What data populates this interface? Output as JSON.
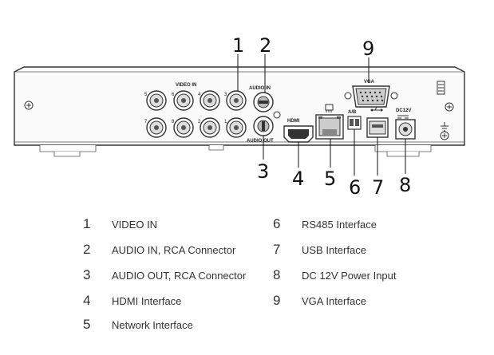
{
  "panel_labels": {
    "video_in": "VIDEO IN",
    "audio_in": "AUDIO IN",
    "audio_out": "AUDIO OUT",
    "hdmi": "HDMI",
    "rs485": "A/B",
    "dc": "DC12V",
    "vga": "VGA"
  },
  "bnc_port_numbers": [
    "5",
    "6",
    "4",
    "3",
    "7",
    "8",
    "2",
    "1"
  ],
  "callouts": [
    "1",
    "2",
    "3",
    "4",
    "5",
    "6",
    "7",
    "8",
    "9"
  ],
  "legend": {
    "left": [
      {
        "num": "1",
        "text": "VIDEO IN"
      },
      {
        "num": "2",
        "text": "AUDIO IN, RCA Connector"
      },
      {
        "num": "3",
        "text": "AUDIO OUT, RCA Connector"
      },
      {
        "num": "4",
        "text": "HDMI Interface"
      },
      {
        "num": "5",
        "text": "Network Interface"
      }
    ],
    "right": [
      {
        "num": "6",
        "text": "RS485 Interface"
      },
      {
        "num": "7",
        "text": "USB Interface"
      },
      {
        "num": "8",
        "text": "DC 12V Power Input"
      },
      {
        "num": "9",
        "text": "VGA Interface"
      }
    ]
  }
}
